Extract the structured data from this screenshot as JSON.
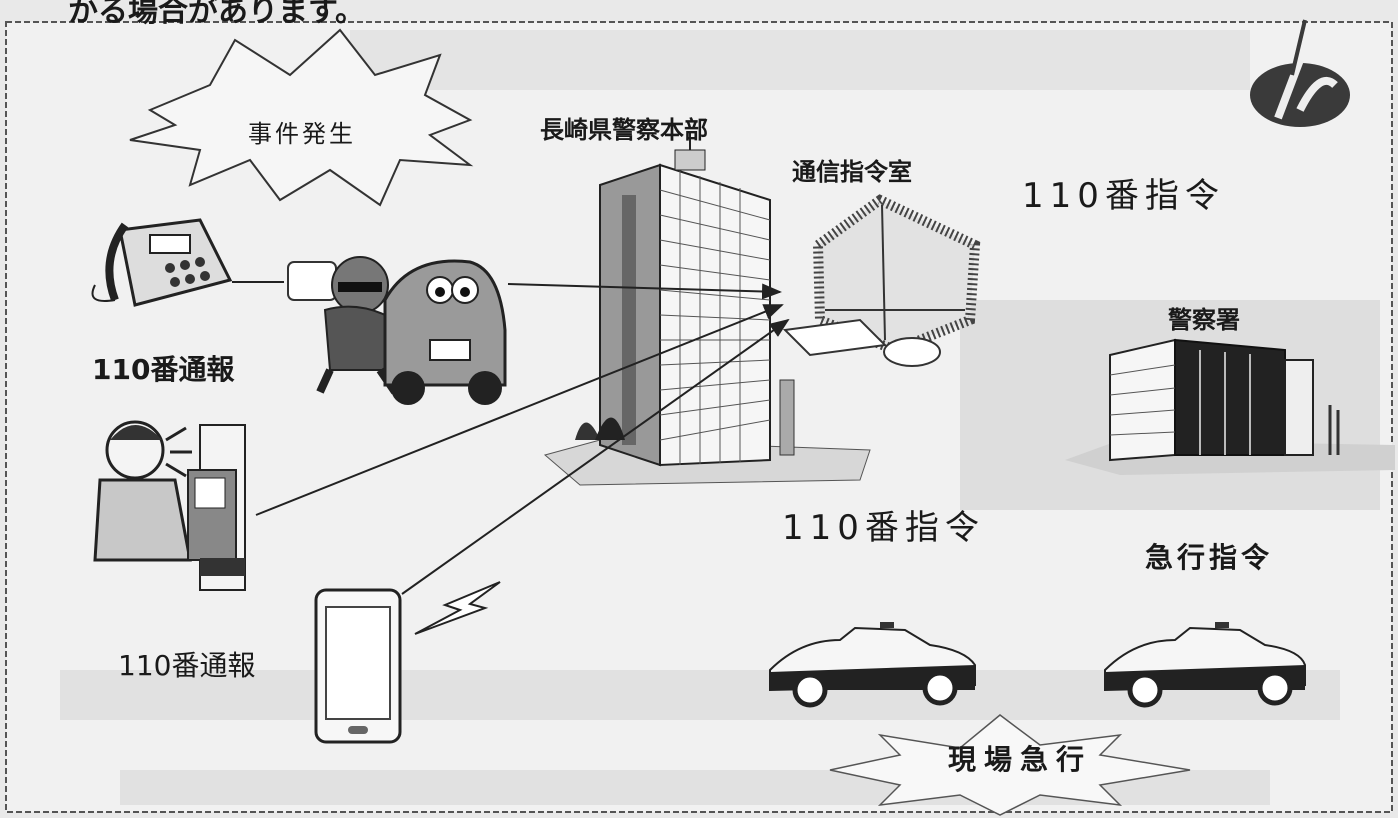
{
  "top_text": "かる場合があります。",
  "labels": {
    "incident": "事件発生",
    "hq": "長崎県警察本部",
    "command_room": "通信指令室",
    "command_top": "110番指令",
    "report_top": "110番通報",
    "report_bottom": "110番通報",
    "command_center": "110番指令",
    "police_station": "警察署",
    "urgent_order": "急行指令",
    "rush_to_scene": "現場急行"
  }
}
